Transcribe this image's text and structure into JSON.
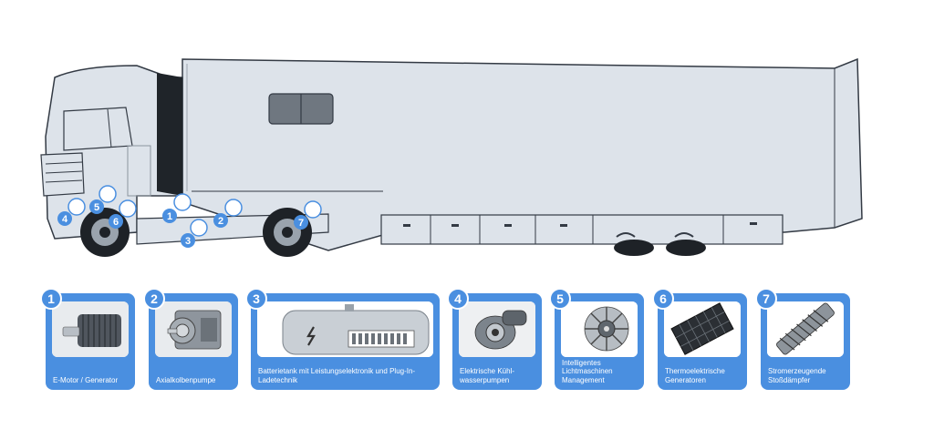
{
  "colors": {
    "accent": "#4a8fe0",
    "truck_body": "#dde3ea",
    "outline": "#333a44"
  },
  "markers": [
    {
      "num": "1"
    },
    {
      "num": "2"
    },
    {
      "num": "3"
    },
    {
      "num": "4"
    },
    {
      "num": "5"
    },
    {
      "num": "6"
    },
    {
      "num": "7"
    }
  ],
  "components": [
    {
      "num": "1",
      "label": "E-Motor / Generator",
      "icon": "e-motor-icon"
    },
    {
      "num": "2",
      "label": "Axialkolbenpumpe",
      "icon": "axial-piston-pump-icon"
    },
    {
      "num": "3",
      "label": "Batterietank mit Leistungselektronik und Plug-In-Ladetechnik",
      "icon": "battery-tank-icon"
    },
    {
      "num": "4",
      "label": "Elektrische Kühl-wasserpumpen",
      "icon": "coolant-pump-icon"
    },
    {
      "num": "5",
      "label": "Intelligentes Lichtmaschinen Management",
      "icon": "alternator-icon"
    },
    {
      "num": "6",
      "label": "Thermoelektrische Generatoren",
      "icon": "thermoelectric-generator-icon"
    },
    {
      "num": "7",
      "label": "Stromerzeugende Stoßdämpfer",
      "icon": "shock-absorber-icon"
    }
  ]
}
